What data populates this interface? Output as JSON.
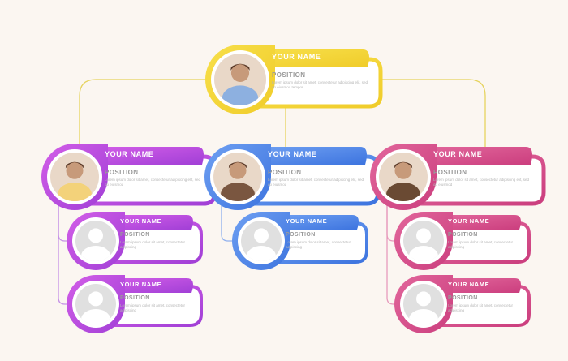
{
  "nodes": [
    {
      "id": "ceo",
      "level": "top",
      "name": "YOUR NAME",
      "position": "POSITION",
      "description": "Lorem ipsum dolor sit amet, consectetur adipiscing elit, sed do eiusmod tempor",
      "color": "#f0cc2a",
      "color2": "#f7df4a",
      "photo": "person"
    },
    {
      "id": "left-head",
      "level": "head",
      "name": "YOUR NAME",
      "position": "POSITION",
      "description": "Lorem ipsum dolor sit amet, consectetur adipiscing elit, sed do eiusmod",
      "color": "#a13fd6",
      "color2": "#d35ee8",
      "photo": "person"
    },
    {
      "id": "mid-head",
      "level": "head",
      "name": "YOUR NAME",
      "position": "POSITION",
      "description": "Lorem ipsum dolor sit amet, consectetur adipiscing elit, sed do eiusmod",
      "color": "#3d74df",
      "color2": "#6fa0f2",
      "photo": "person"
    },
    {
      "id": "right-head",
      "level": "head",
      "name": "YOUR NAME",
      "position": "POSITION",
      "description": "Lorem ipsum dolor sit amet, consectetur adipiscing elit, sed do eiusmod",
      "color": "#cb3e7e",
      "color2": "#e2679c",
      "photo": "person"
    },
    {
      "id": "left-sub-1",
      "level": "sub",
      "name": "YOUR NAME",
      "position": "POSITION",
      "description": "Lorem ipsum dolor sit amet, consectetur adipiscing",
      "color": "#a13fd6",
      "color2": "#d35ee8",
      "photo": "placeholder"
    },
    {
      "id": "left-sub-2",
      "level": "sub",
      "name": "YOUR NAME",
      "position": "POSITION",
      "description": "Lorem ipsum dolor sit amet, consectetur adipiscing",
      "color": "#a13fd6",
      "color2": "#d35ee8",
      "photo": "placeholder"
    },
    {
      "id": "mid-sub-1",
      "level": "sub",
      "name": "YOUR NAME",
      "position": "POSITION",
      "description": "Lorem ipsum dolor sit amet, consectetur adipiscing",
      "color": "#3d74df",
      "color2": "#6fa0f2",
      "photo": "placeholder"
    },
    {
      "id": "right-sub-1",
      "level": "sub",
      "name": "YOUR NAME",
      "position": "POSITION",
      "description": "Lorem ipsum dolor sit amet, consectetur adipiscing",
      "color": "#cb3e7e",
      "color2": "#e2679c",
      "photo": "placeholder"
    },
    {
      "id": "right-sub-2",
      "level": "sub",
      "name": "YOUR NAME",
      "position": "POSITION",
      "description": "Lorem ipsum dolor sit amet, consectetur adipiscing",
      "color": "#cb3e7e",
      "color2": "#e2679c",
      "photo": "placeholder"
    }
  ],
  "connectors": [
    {
      "from": "ceo",
      "to": "left-head",
      "color": "#e6d35e"
    },
    {
      "from": "ceo",
      "to": "mid-head",
      "color": "#e6d35e"
    },
    {
      "from": "ceo",
      "to": "right-head",
      "color": "#e6d35e"
    },
    {
      "from": "left-head",
      "to": "left-sub-1",
      "color": "#c592e6"
    },
    {
      "from": "left-head",
      "to": "left-sub-2",
      "color": "#c592e6"
    },
    {
      "from": "mid-head",
      "to": "mid-sub-1",
      "color": "#8fb0ee"
    },
    {
      "from": "right-head",
      "to": "right-sub-1",
      "color": "#e79bbd"
    },
    {
      "from": "right-head",
      "to": "right-sub-2",
      "color": "#e79bbd"
    }
  ]
}
